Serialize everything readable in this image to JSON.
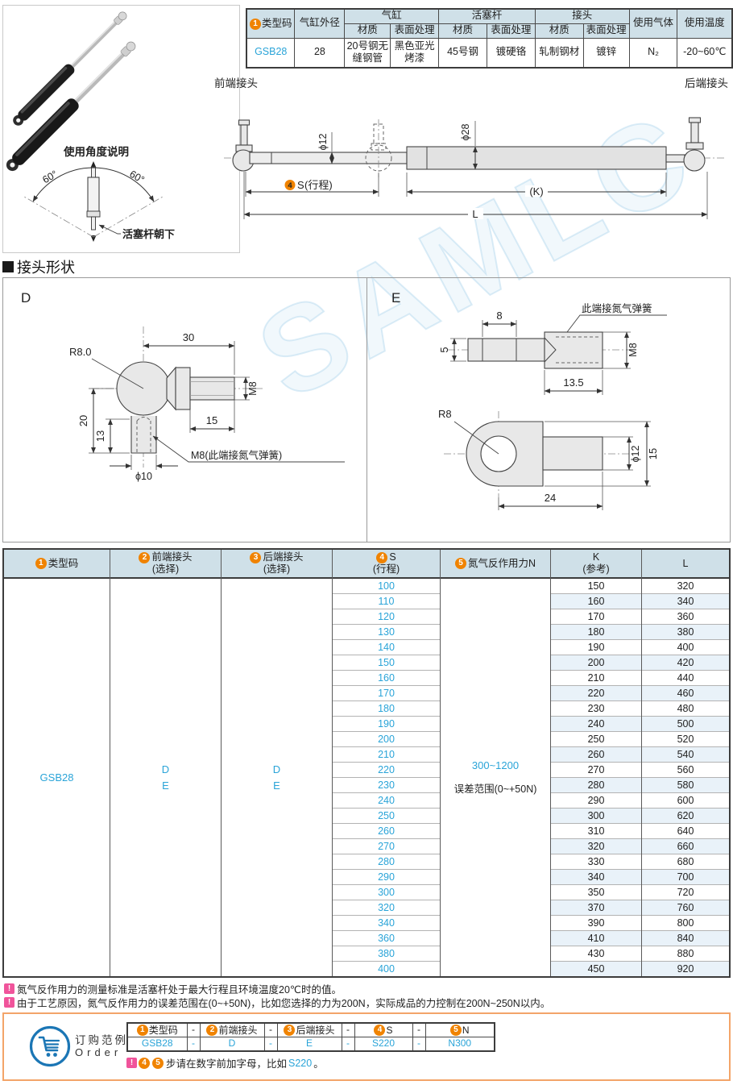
{
  "watermark": {
    "text": "SAMLC"
  },
  "colors": {
    "accent_blue": "#2aa4d8",
    "accent_orange": "#f08300",
    "header_bg": "#cfe0e8",
    "alt_row": "#e9f2f9",
    "warn_pink": "#f0549b",
    "order_border": "#f3a469",
    "cart_blue": "#1b76b5"
  },
  "photo": {
    "angle_title": "使用角度说明",
    "angle_left": "60°",
    "angle_right": "60°",
    "piston_note": "活塞杆朝下"
  },
  "spec_table": {
    "h_type_num": "1",
    "h_type": "类型码",
    "h_od": "气缸外径",
    "h_cylinder": "气缸",
    "h_piston": "活塞杆",
    "h_connector": "接头",
    "h_material": "材质",
    "h_surface": "表面处理",
    "h_gas": "使用气体",
    "h_temp": "使用温度",
    "type_code": "GSB28",
    "od": "28",
    "cyl_material": "20号钢无缝钢管",
    "cyl_surface": "黑色亚光烤漆",
    "rod_material": "45号钢",
    "rod_surface": "镀硬铬",
    "conn_material": "轧制钢材",
    "conn_surface": "镀锌",
    "gas": "N₂",
    "temp": "-20~60℃"
  },
  "drawing": {
    "front_connector_label": "前端接头",
    "rear_connector_label": "后端接头",
    "dia_rod": "ϕ12",
    "dia_cylinder": "ϕ28",
    "stroke_circle": "4",
    "stroke_s": "S",
    "stroke_paren": "(行程)",
    "k_ref": "(K)",
    "length": "L"
  },
  "connector_shapes": {
    "title": "接头形状",
    "panel_d": {
      "label": "D",
      "dim_30": "30",
      "dim_r8": "R8.0",
      "dim_m8": "M8",
      "dim_15": "15",
      "dim_20": "20",
      "dim_13": "13",
      "dim_dia10": "ϕ10",
      "note": "M8(此端接氮气弹簧)"
    },
    "panel_e": {
      "label": "E",
      "note": "此端接氮气弹簧",
      "dim_8": "8",
      "dim_5": "5",
      "dim_m8": "M8",
      "dim_135": "13.5",
      "dim_r8": "R8",
      "dim_dia12": "ϕ12",
      "dim_15": "15",
      "dim_24": "24"
    }
  },
  "main_table": {
    "h1_num": "1",
    "h1": "类型码",
    "h2_num": "2",
    "h2": "前端接头",
    "h2_sub": "(选择)",
    "h3_num": "3",
    "h3": "后端接头",
    "h3_sub": "(选择)",
    "h4_num": "4",
    "h4": "S",
    "h4_sub": "(行程)",
    "h5_num": "5",
    "h5": "氮气反作用力N",
    "h6": "K",
    "h6_sub": "(参考)",
    "h7": "L",
    "type_code": "GSB28",
    "front_opt1": "D",
    "front_opt2": "E",
    "rear_opt1": "D",
    "rear_opt2": "E",
    "force_range": "300~1200",
    "force_note": "误差范围(0~+50N)",
    "rows": [
      [
        100,
        150,
        320
      ],
      [
        110,
        160,
        340
      ],
      [
        120,
        170,
        360
      ],
      [
        130,
        180,
        380
      ],
      [
        140,
        190,
        400
      ],
      [
        150,
        200,
        420
      ],
      [
        160,
        210,
        440
      ],
      [
        170,
        220,
        460
      ],
      [
        180,
        230,
        480
      ],
      [
        190,
        240,
        500
      ],
      [
        200,
        250,
        520
      ],
      [
        210,
        260,
        540
      ],
      [
        220,
        270,
        560
      ],
      [
        230,
        280,
        580
      ],
      [
        240,
        290,
        600
      ],
      [
        250,
        300,
        620
      ],
      [
        260,
        310,
        640
      ],
      [
        270,
        320,
        660
      ],
      [
        280,
        330,
        680
      ],
      [
        290,
        340,
        700
      ],
      [
        300,
        350,
        720
      ],
      [
        320,
        370,
        760
      ],
      [
        340,
        390,
        800
      ],
      [
        360,
        410,
        840
      ],
      [
        380,
        430,
        880
      ],
      [
        400,
        450,
        920
      ]
    ]
  },
  "footnotes": {
    "note1": "氮气反作用力的测量标准是活塞杆处于最大行程且环境温度20℃时的值。",
    "note2": "由于工艺原因，氮气反作用力的误差范围在(0~+50N)，比如您选择的力为200N，实际成品的力控制在200N~250N以内。"
  },
  "order": {
    "title_cn": "订购范例",
    "title_en": "Order",
    "h1_num": "1",
    "h1": "类型码",
    "h2_num": "2",
    "h2": "前端接头",
    "h3_num": "3",
    "h3": "后端接头",
    "h4_num": "4",
    "h4": "S",
    "h5_num": "5",
    "h5": "N",
    "dash": "-",
    "v1": "GSB28",
    "v2": "D",
    "v3": "E",
    "v4": "S220",
    "v5": "N300",
    "note_num1": "4",
    "note_num2": "5",
    "note_text": "步请在数字前加字母，比如",
    "note_code": "S220",
    "note_end": "。"
  }
}
